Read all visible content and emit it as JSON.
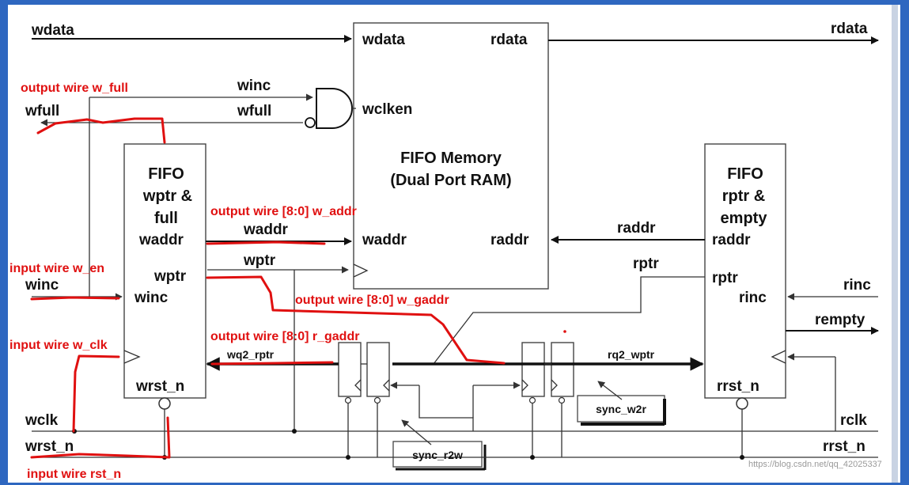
{
  "labels": {
    "wdata_in": "wdata",
    "rdata_out": "rdata",
    "winc_gate": "winc",
    "wfull_gate": "wfull",
    "wfull_out": "wfull",
    "winc_in": "winc",
    "wclk": "wclk",
    "wrst_n": "wrst_n",
    "rclk": "rclk",
    "rrst_n": "rrst_n",
    "rinc_in": "rinc",
    "rempty_out": "rempty",
    "waddr_wire": "waddr",
    "wptr_wire": "wptr",
    "raddr_wire": "raddr",
    "rptr_wire": "rptr",
    "wq2_rptr": "wq2_rptr",
    "rq2_wptr": "rq2_wptr"
  },
  "memory": {
    "port_wdata": "wdata",
    "port_rdata": "rdata",
    "port_wclken": "wclken",
    "title_1": "FIFO Memory",
    "title_2": "(Dual Port RAM)",
    "port_waddr": "waddr",
    "port_raddr": "raddr"
  },
  "write_block": {
    "title_1": "FIFO",
    "title_2": "wptr &",
    "title_3": "full",
    "port_waddr": "waddr",
    "port_wptr": "wptr",
    "port_winc": "winc",
    "port_wrst_n": "wrst_n"
  },
  "read_block": {
    "title_1": "FIFO",
    "title_2": "rptr &",
    "title_3": "empty",
    "port_raddr": "raddr",
    "port_rptr": "rptr",
    "port_rinc": "rinc",
    "port_rrst_n": "rrst_n"
  },
  "sync": {
    "r2w": "sync_r2w",
    "w2r": "sync_w2r"
  },
  "annotations": {
    "w_full": "output wire w_full",
    "w_addr": "output wire [8:0] w_addr",
    "w_en": "input wire w_en",
    "w_gaddr": "output wire [8:0] w_gaddr",
    "r_gaddr": "output wire [8:0] r_gaddr",
    "w_clk": "input wire w_clk",
    "rst_n": "input wire rst_n"
  },
  "watermark": "https://blog.csdn.net/qq_42025337",
  "colors": {
    "annotation": "#e01010",
    "frame": "#2e67c0",
    "ink": "#111111"
  }
}
